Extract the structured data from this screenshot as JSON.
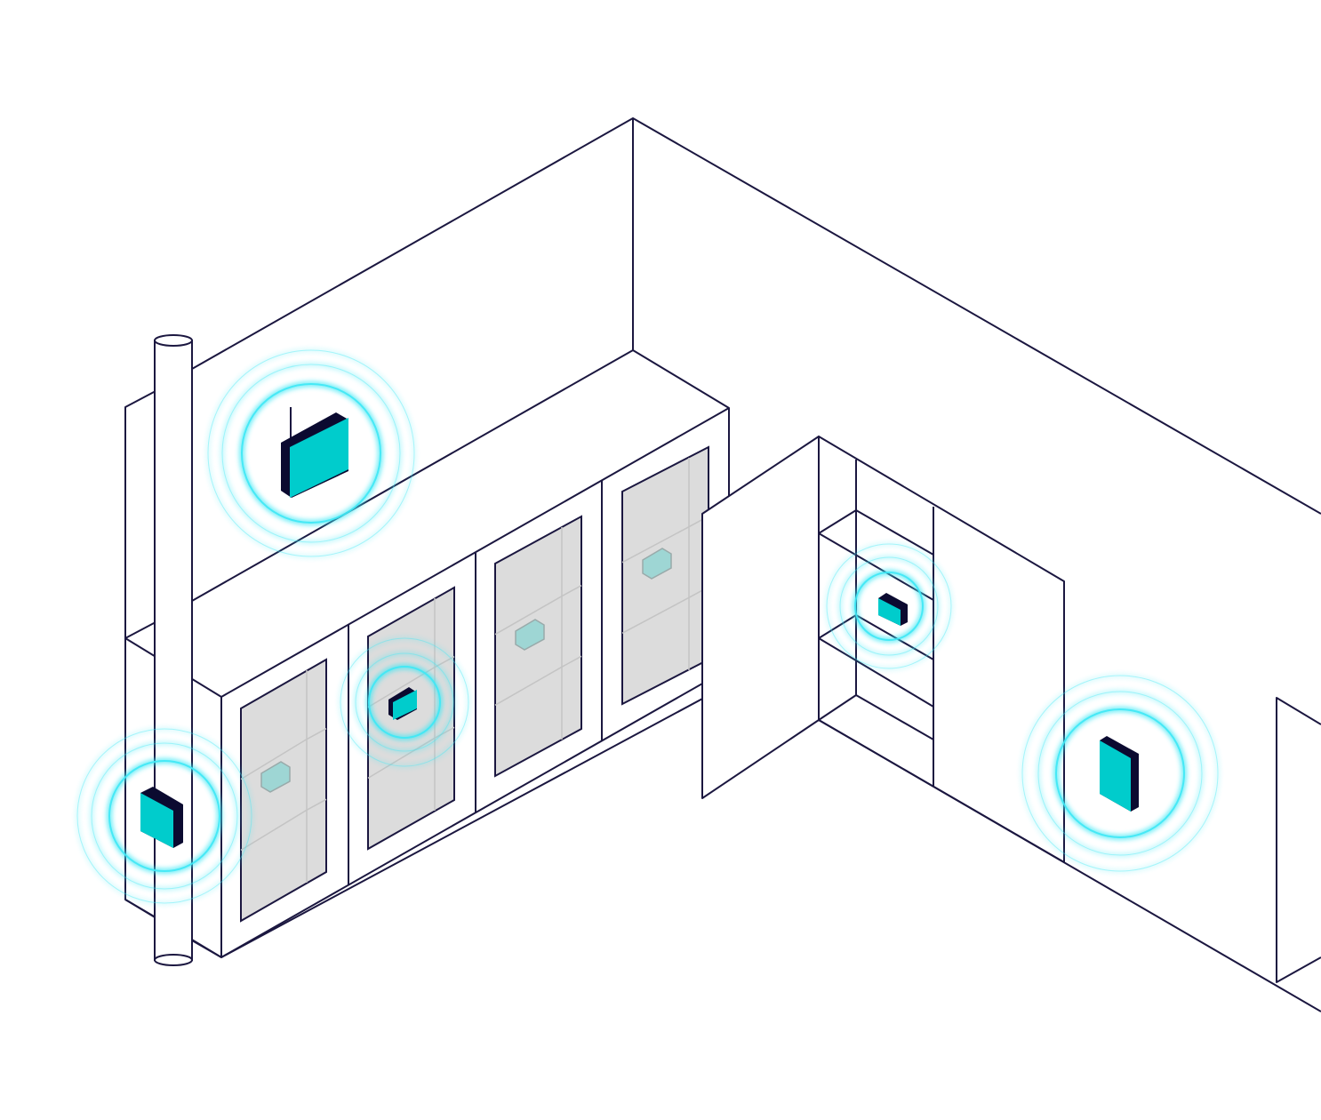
{
  "illustration": {
    "colors": {
      "line": "#1b1740",
      "accent": "#00cccc",
      "glow": "#3ee8f5",
      "glass": "#dcdcdc",
      "background": "#ffffff"
    },
    "icons": [
      "wireless-sensor-icon",
      "signal-rings-icon",
      "pipe",
      "cabinet",
      "open-door"
    ]
  }
}
